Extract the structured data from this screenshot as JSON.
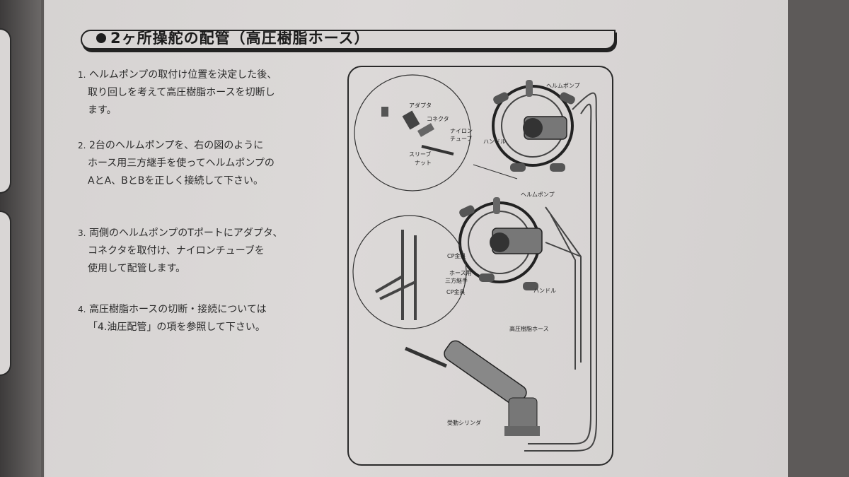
{
  "heading": "2ヶ所操舵の配管（高圧樹脂ホース）",
  "steps": [
    {
      "num": "1.",
      "lines": [
        "ヘルムポンプの取付け位置を決定した後、",
        "取り回しを考えて高圧樹脂ホースを切断し",
        "ます。"
      ]
    },
    {
      "num": "2.",
      "lines": [
        "2台のヘルムポンプを、右の図のように",
        "ホース用三方継手を使ってヘルムポンプの",
        "AとA、BとBを正しく接続して下さい。"
      ]
    },
    {
      "num": "3.",
      "lines": [
        "両側のヘルムポンプのTポートにアダプタ、",
        "コネクタを取付け、ナイロンチューブを",
        "使用して配管します。"
      ]
    },
    {
      "num": "4.",
      "lines": [
        "高圧樹脂ホースの切断・接続については",
        "「4.油圧配管」の項を参照して下さい。"
      ]
    }
  ],
  "diagram": {
    "labels": {
      "adapter": "アダプタ",
      "connector": "コネクタ",
      "nylon_tube_1": "ナイロン",
      "nylon_tube_2": "チューブ",
      "sleeve_1": "スリーブ",
      "sleeve_2": "ナット",
      "helm_pump_top": "ヘルムポンプ",
      "handle_top": "ハンドル",
      "helm_pump_mid": "ヘルムポンプ",
      "cp_fitting_1": "CP金具",
      "tee_1": "ホース用",
      "tee_2": "三方継手",
      "cp_fitting_2": "CP金具",
      "handle_mid": "ハンドル",
      "hose": "高圧樹脂ホース",
      "cylinder": "受動シリンダ"
    }
  }
}
